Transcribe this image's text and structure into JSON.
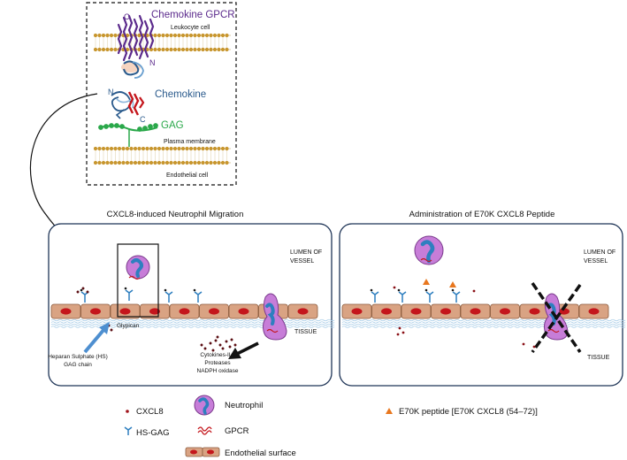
{
  "inset": {
    "gpcr_label": "Chemokine GPCR",
    "leukocyte_label": "Leukocyte cell",
    "chemokine_label": "Chemokine",
    "gag_label": "GAG",
    "plasma_membrane_label": "Plasma membrane",
    "endothelial_label": "Endothelial cell",
    "terminal_c_top": "C",
    "terminal_n_top": "N",
    "terminal_n_mid": "N",
    "terminal_c_mid": "C"
  },
  "left_panel": {
    "title": "CXCL8-induced Neutrophil Migration",
    "lumen_label": [
      "LUMEN OF",
      "VESSEL"
    ],
    "tissue_label": "TISSUE",
    "glypican_label": "Glypican",
    "hs_chain_label": [
      "Heparan Sulphate (HS)",
      "GAG chain"
    ],
    "products_label": [
      "Cytokines-ILs",
      "Proteases",
      "NADPH oxidase"
    ]
  },
  "right_panel": {
    "title": "Administration of E70K CXCL8 Peptide",
    "lumen_label": [
      "LUMEN OF",
      "VESSEL"
    ],
    "tissue_label": "TISSUE"
  },
  "legend": {
    "cxcl8": "CXCL8",
    "hs_gag": "HS-GAG",
    "neutrophil": "Neutrophil",
    "gpcr": "GPCR",
    "endothelial": "Endothelial surface",
    "e70k": "E70K peptide [E70K CXCL8 (54–72)]"
  },
  "colors": {
    "panel_border": "#1f3557",
    "cell_fill": "#d9a383",
    "cell_stroke": "#8a5a3c",
    "nucleus": "#c4161c",
    "neutrophil_fill": "#c77dd8",
    "neutrophil_nucleus": "#2e7fbf",
    "gpcr_red": "#c4161c",
    "cxcl8_dot": "#a0131b",
    "e70k_triangle": "#e8771e",
    "gpcr_purple": "#5b2a8c",
    "chemokine_blue": "#2a5a8c",
    "gag_green": "#2aa84a",
    "membrane_head": "#c8962e"
  }
}
